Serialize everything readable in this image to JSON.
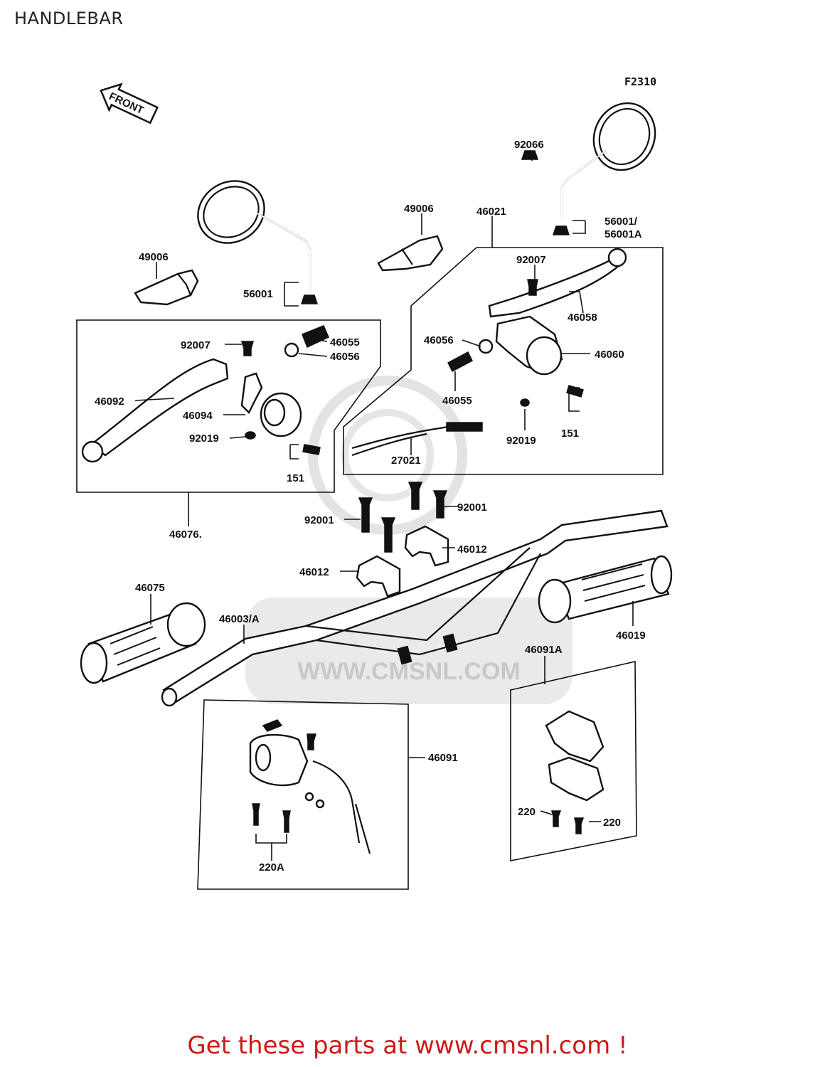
{
  "header": {
    "title": "HANDLEBAR"
  },
  "diagram": {
    "figure_code": "F2310",
    "front_label": "FRONT",
    "watermark_text": "WWW.CMSNL.COM",
    "labels": {
      "p49006_left": "49006",
      "p49006_right": "49006",
      "p56001": "56001",
      "p56001_right": "56001/",
      "p56001a_right": "56001A",
      "p92066": "92066",
      "p46021": "46021",
      "p92007_left": "92007",
      "p92007_right": "92007",
      "p46055_left": "46055",
      "p46056_left": "46056",
      "p46092": "46092",
      "p46094": "46094",
      "p92019_left": "92019",
      "p151_left": "151",
      "p46076": "46076.",
      "p46058": "46058",
      "p46056_right": "46056",
      "p46060": "46060",
      "p46055_right": "46055",
      "p92019_right": "92019",
      "p151_right": "151",
      "p27021": "27021",
      "p92001_left": "92001",
      "p92001_right": "92001",
      "p46012_right": "46012",
      "p46012_left": "46012",
      "p46075": "46075",
      "p46003": "46003/A",
      "p46019": "46019",
      "p46091a": "46091A",
      "p46091": "46091",
      "p220a": "220A",
      "p220_left": "220",
      "p220_right": "220"
    }
  },
  "footer": {
    "cta": "Get these parts at www.cmsnl.com !"
  }
}
